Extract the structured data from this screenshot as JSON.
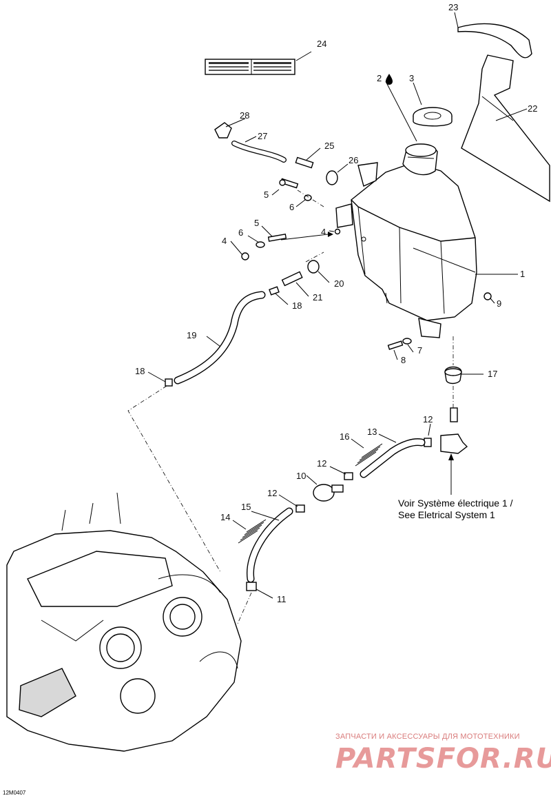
{
  "diagram": {
    "code": "12M0407",
    "callouts": [
      {
        "id": "c1",
        "text": "1"
      },
      {
        "id": "c2",
        "text": "2"
      },
      {
        "id": "c3",
        "text": "3"
      },
      {
        "id": "c4a",
        "text": "4"
      },
      {
        "id": "c4b",
        "text": "4"
      },
      {
        "id": "c5a",
        "text": "5"
      },
      {
        "id": "c5b",
        "text": "5"
      },
      {
        "id": "c6a",
        "text": "6"
      },
      {
        "id": "c6b",
        "text": "6"
      },
      {
        "id": "c7",
        "text": "7"
      },
      {
        "id": "c8",
        "text": "8"
      },
      {
        "id": "c9",
        "text": "9"
      },
      {
        "id": "c10",
        "text": "10"
      },
      {
        "id": "c11",
        "text": "11"
      },
      {
        "id": "c12a",
        "text": "12"
      },
      {
        "id": "c12b",
        "text": "12"
      },
      {
        "id": "c12c",
        "text": "12"
      },
      {
        "id": "c13",
        "text": "13"
      },
      {
        "id": "c14",
        "text": "14"
      },
      {
        "id": "c15",
        "text": "15"
      },
      {
        "id": "c16",
        "text": "16"
      },
      {
        "id": "c17",
        "text": "17"
      },
      {
        "id": "c18a",
        "text": "18"
      },
      {
        "id": "c18b",
        "text": "18"
      },
      {
        "id": "c19",
        "text": "19"
      },
      {
        "id": "c20",
        "text": "20"
      },
      {
        "id": "c21",
        "text": "21"
      },
      {
        "id": "c22",
        "text": "22"
      },
      {
        "id": "c23",
        "text": "23"
      },
      {
        "id": "c24",
        "text": "24"
      },
      {
        "id": "c25",
        "text": "25"
      },
      {
        "id": "c26",
        "text": "26"
      },
      {
        "id": "c27",
        "text": "27"
      },
      {
        "id": "c28",
        "text": "28"
      }
    ],
    "reference_note": {
      "line1": "Voir Système électrique 1 /",
      "line2": "See Eletrical System 1"
    }
  },
  "watermark": {
    "tagline": "ЗАПЧАСТИ И АКСЕССУАРЫ ДЛЯ МОТОТЕХНИКИ",
    "logo": "PARTSFOR.RU"
  },
  "colors": {
    "line": "#000000",
    "background": "#ffffff",
    "watermark": "#e79a9a"
  }
}
